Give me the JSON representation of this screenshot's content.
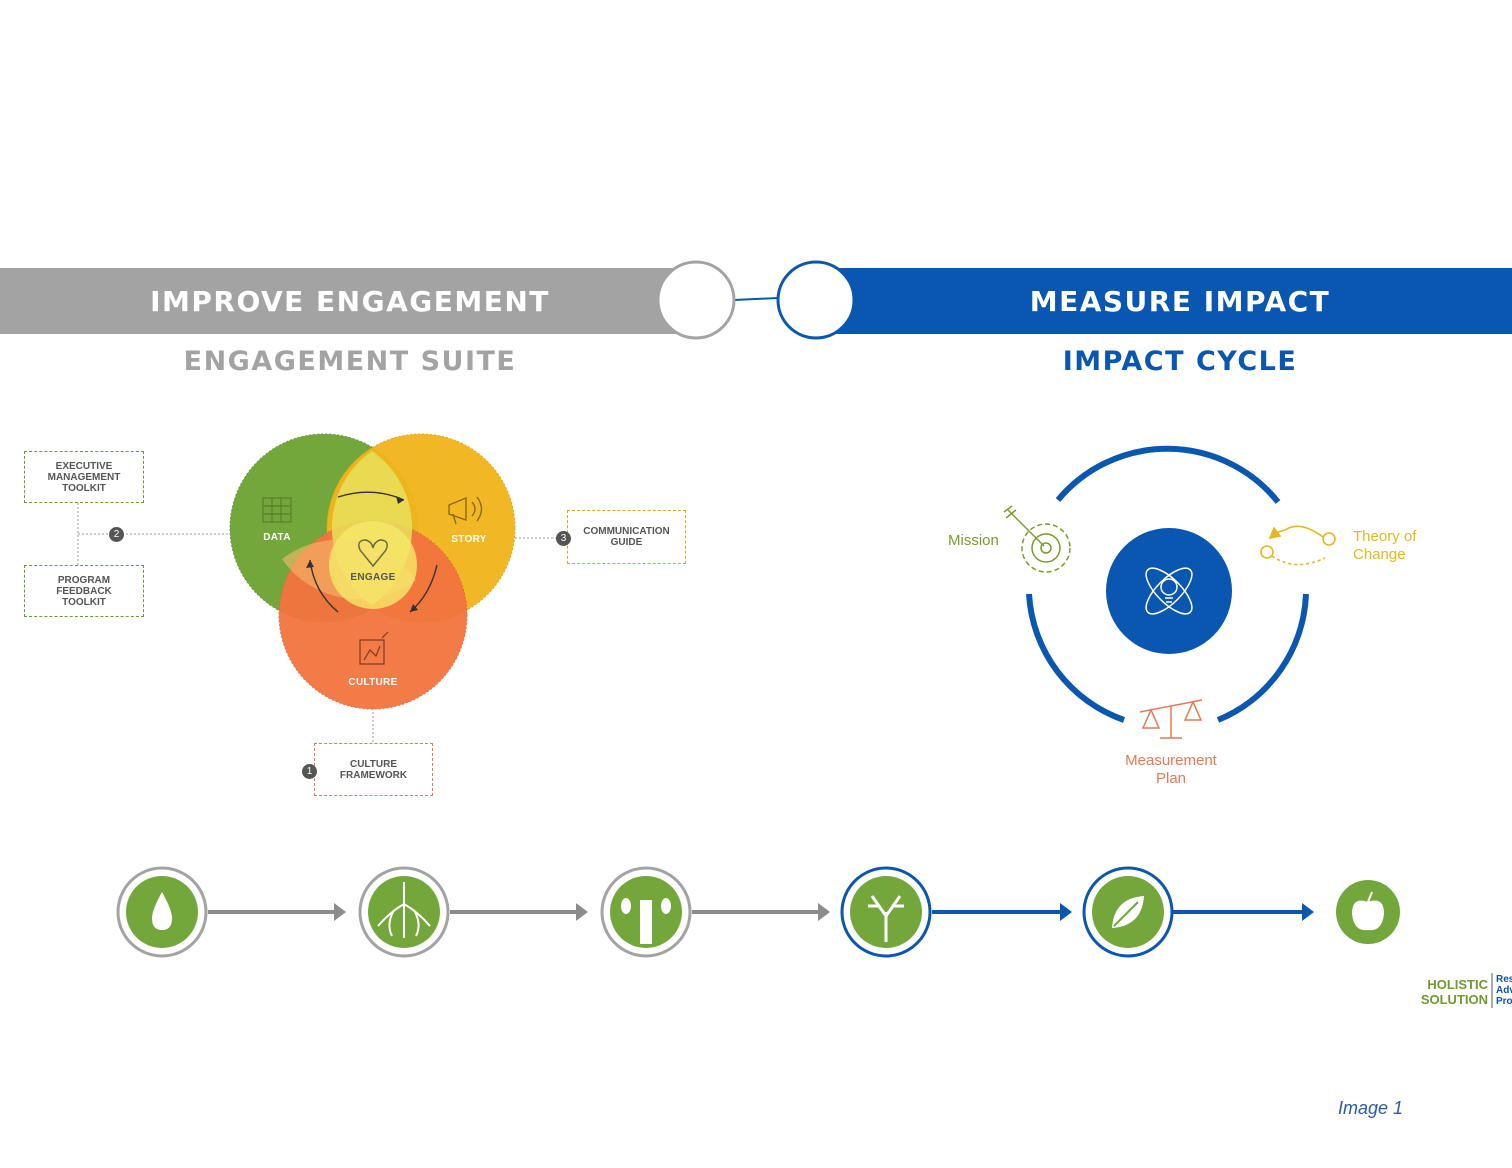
{
  "left_banner": {
    "title": "IMPROVE ENGAGEMENT",
    "subtitle": "ENGAGEMENT SUITE"
  },
  "right_banner": {
    "title": "MEASURE IMPACT",
    "subtitle": "IMPACT CYCLE"
  },
  "engagement_suite": {
    "boxes": {
      "executive": [
        "EXECUTIVE",
        "MANAGEMENT",
        "TOOLKIT"
      ],
      "program": [
        "PROGRAM",
        "FEEDBACK",
        "TOOLKIT"
      ],
      "communication": [
        "COMMUNICATION",
        "GUIDE"
      ],
      "culture_framework": [
        "CULTURE",
        "FRAMEWORK"
      ]
    },
    "numbers": {
      "data": "2",
      "story": "3",
      "culture": "1"
    },
    "circles": {
      "data": "DATA",
      "story": "STORY",
      "culture": "CULTURE",
      "center": "ENGAGE"
    }
  },
  "impact_cycle": {
    "mission": "Mission",
    "theory": [
      "Theory of",
      "Change"
    ],
    "measurement": [
      "Measurement",
      "Plan"
    ]
  },
  "logo": {
    "line1": "HOLISTIC",
    "line2": "SOLUTION",
    "side": [
      "Res",
      "Adv",
      "Pro"
    ]
  },
  "caption": "Image 1",
  "colors": {
    "gray": "#a3a3a3",
    "blue": "#0a57b2",
    "green": "#73a73b",
    "yellow": "#f2b51d",
    "orange": "#f3743f",
    "olive": "#7a9a2a",
    "gold": "#e2b821",
    "salmon": "#e37a55"
  }
}
